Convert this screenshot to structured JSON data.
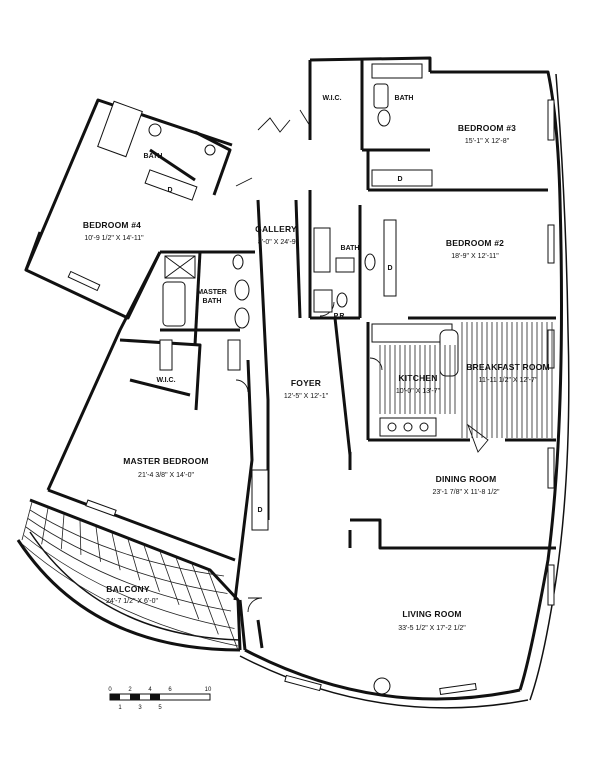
{
  "rooms": {
    "bedroom3": {
      "name": "BEDROOM #3",
      "dims": "15'-1\" X 12'-8\""
    },
    "bedroom2": {
      "name": "BEDROOM #2",
      "dims": "18'-9\" X 12'-11\""
    },
    "bedroom4": {
      "name": "BEDROOM #4",
      "dims": "10'-9 1/2\" X 14'-11\""
    },
    "gallery": {
      "name": "GALLERY",
      "dims": "8'-0\" X 24'-9\""
    },
    "foyer": {
      "name": "FOYER",
      "dims": "12'-5\" X 12'-1\""
    },
    "kitchen": {
      "name": "KITCHEN",
      "dims": "10'-0\" X 13'-7\""
    },
    "breakfast": {
      "name": "BREAKFAST ROOM",
      "dims": "11'-11 1/2\" X 12'-7\""
    },
    "master_bedroom": {
      "name": "MASTER BEDROOM",
      "dims": "21'-4 3/8\" X 14'-0\""
    },
    "dining": {
      "name": "DINING ROOM",
      "dims": "23'-1 7/8\" X 11'-8 1/2\""
    },
    "living": {
      "name": "LIVING ROOM",
      "dims": "33'-5 1/2\" X 17'-2 1/2\""
    },
    "balcony": {
      "name": "BALCONY",
      "dims": "24'-7 1/2\" X 6'-0\""
    }
  },
  "labels": {
    "wic_top": "W.I.C.",
    "bath_top": "BATH",
    "bath_b4": "BATH",
    "bath_b2": "BATH",
    "pr": "P.R.",
    "master_bath_1": "MASTER",
    "master_bath_2": "BATH",
    "wic_master": "W.I.C.",
    "d_b3": "D",
    "d_b2": "D",
    "d_foyer": "D",
    "d_b4": "D"
  },
  "scale": {
    "ticks": [
      "0",
      "2",
      "4",
      "6",
      "10"
    ],
    "ticks_low": [
      "1",
      "3",
      "5"
    ]
  }
}
